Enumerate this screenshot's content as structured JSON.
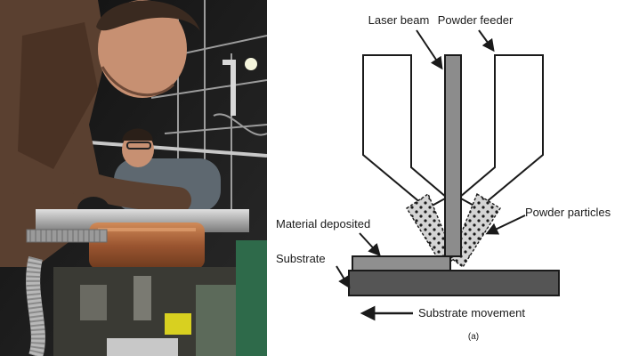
{
  "photo": {
    "subject": "laboratory-photo",
    "colors": {
      "jacket": "#5a4030",
      "skin": "#c79072",
      "copper": "#b06a3c",
      "background": "#1a1a1a",
      "steel": "#a8a8a8"
    }
  },
  "diagram": {
    "labels": {
      "laser_beam": "Laser beam",
      "powder_feeder": "Powder feeder",
      "powder_particles": "Powder particles",
      "material_deposited": "Material deposited",
      "substrate": "Substrate",
      "substrate_movement": "Substrate movement",
      "caption": "(a)"
    },
    "colors": {
      "beam": "#8c8c8c",
      "substrate": "#555555",
      "deposit": "#8f8f8f",
      "nozzle_fill": "#ffffff",
      "powder_fill": "#d4d4d4",
      "outline": "#1a1a1a"
    }
  }
}
